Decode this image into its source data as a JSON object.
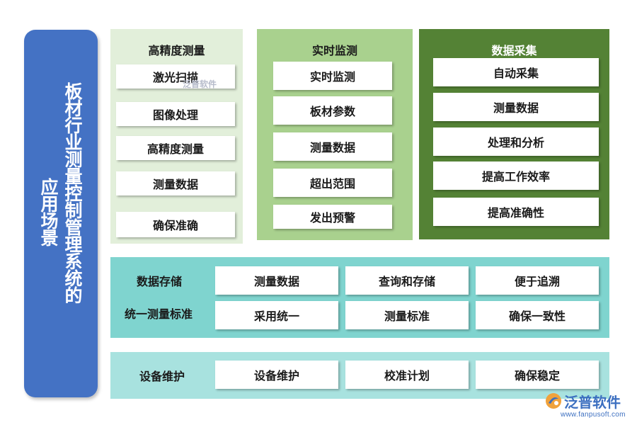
{
  "side_title": {
    "line1": "板材行业测量控制管理系统的",
    "line2": "应用场景"
  },
  "high_precision": {
    "title": "高精度测量",
    "items": [
      "激光扫描",
      "图像处理",
      "高精度测量",
      "测量数据",
      "确保准确"
    ]
  },
  "realtime": {
    "title": "实时监测",
    "items": [
      "实时监测",
      "板材参数",
      "测量数据",
      "超出范围",
      "发出预警"
    ]
  },
  "data_collection": {
    "title": "数据采集",
    "items": [
      "自动采集",
      "测量数据",
      "处理和分析",
      "提高工作效率",
      "提高准确性"
    ]
  },
  "data_storage": {
    "label1": "数据存储",
    "label2": "统一测量标准",
    "row1": [
      "测量数据",
      "查询和存储",
      "便于追溯"
    ],
    "row2": [
      "采用统一",
      "测量标准",
      "确保一致性"
    ]
  },
  "equipment": {
    "label": "设备维护",
    "items": [
      "设备维护",
      "校准计划",
      "确保稳定"
    ]
  },
  "watermark": {
    "mid_text": "泛普软件",
    "logo_text": "泛普软件",
    "url": "www.fanpusoft.com"
  },
  "colors": {
    "side_bar": "#4472c4",
    "panel_high_precision": "#e2efda",
    "panel_realtime": "#a9d18e",
    "panel_data_collection": "#548235",
    "panel_data_storage": "#7fd4cf",
    "panel_equipment": "#a8e2df"
  }
}
